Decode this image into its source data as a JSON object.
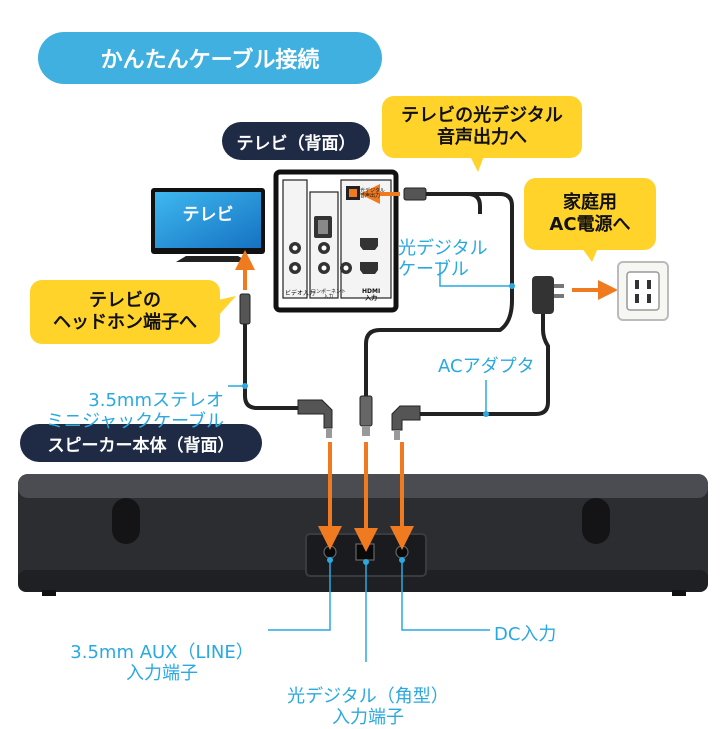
{
  "title": "かんたんケーブル接続",
  "tv_back_label": "テレビ（背面）",
  "tv_label": "テレビ",
  "speaker_label": "スピーカー本体（背面）",
  "callouts": {
    "optical": "テレビの光デジタル\n音声出力へ",
    "headphone": "テレビの\nヘッドホン端子へ",
    "ac": "家庭用\nAC電源へ"
  },
  "cable_labels": {
    "optical": "光デジタル\nケーブル",
    "mini": "3.5mmステレオ\nミニジャックケーブル",
    "adapter": "ACアダプタ"
  },
  "port_labels": {
    "aux": "3.5mm AUX（LINE）\n入力端子",
    "optical": "光デジタル（角型）\n入力端子",
    "dc": "DC入力"
  },
  "tv_panel_text": {
    "optical": "光デジタル\n音声出力",
    "video": "ビデオ入力",
    "component": "コンポーネント\n入力",
    "hdmi": "HDMI\n入力"
  },
  "colors": {
    "accent_blue": "#3fb0df",
    "navy": "#1f2a44",
    "callout_yellow": "#ffd32a",
    "arrow_orange": "#f07a1f",
    "text_blue": "#2aa9e0"
  }
}
